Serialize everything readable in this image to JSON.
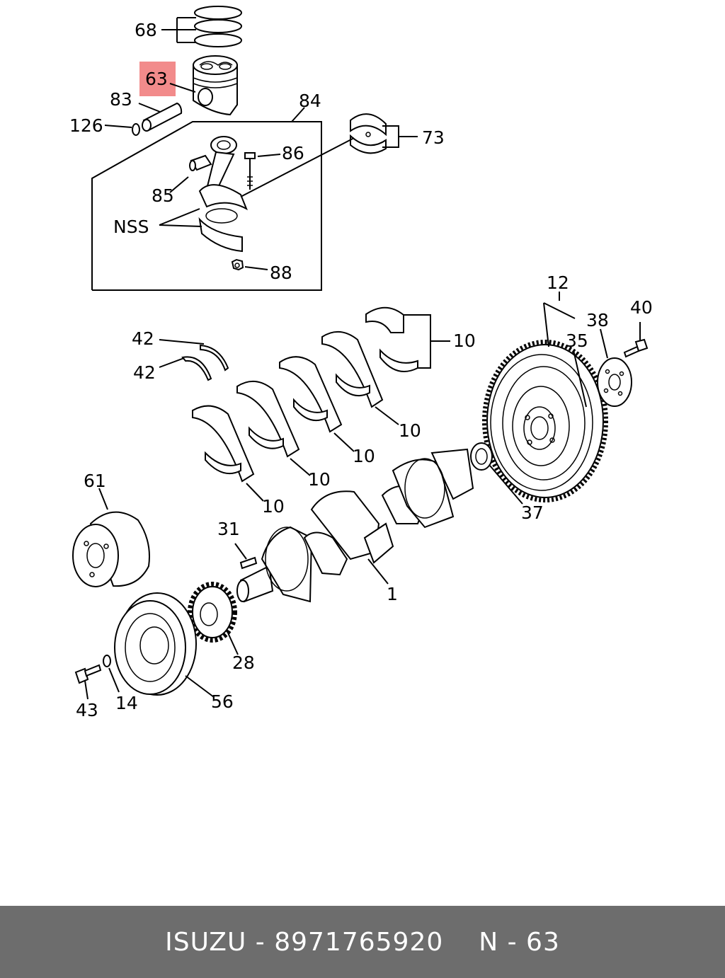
{
  "callouts": {
    "c68": "68",
    "c63": "63",
    "c83": "83",
    "c126": "126",
    "c84": "84",
    "c73": "73",
    "c86": "86",
    "c85": "85",
    "cNSS": "NSS",
    "c88": "88",
    "c12": "12",
    "c38": "38",
    "c40": "40",
    "c35": "35",
    "c42a": "42",
    "c42b": "42",
    "c10a": "10",
    "c10b": "10",
    "c10c": "10",
    "c10d": "10",
    "c10e": "10",
    "c61": "61",
    "c31": "31",
    "c37": "37",
    "c1": "1",
    "c28": "28",
    "c43": "43",
    "c14": "14",
    "c56": "56"
  },
  "highlight": {
    "callout": "63",
    "color": "#f28b8b"
  },
  "footer": {
    "brand": "ISUZU",
    "sep1": " - ",
    "part_number": "8971765920",
    "ref": "N - 63"
  },
  "colors": {
    "footer_bg": "#6d6d6d",
    "footer_text": "#ffffff"
  }
}
